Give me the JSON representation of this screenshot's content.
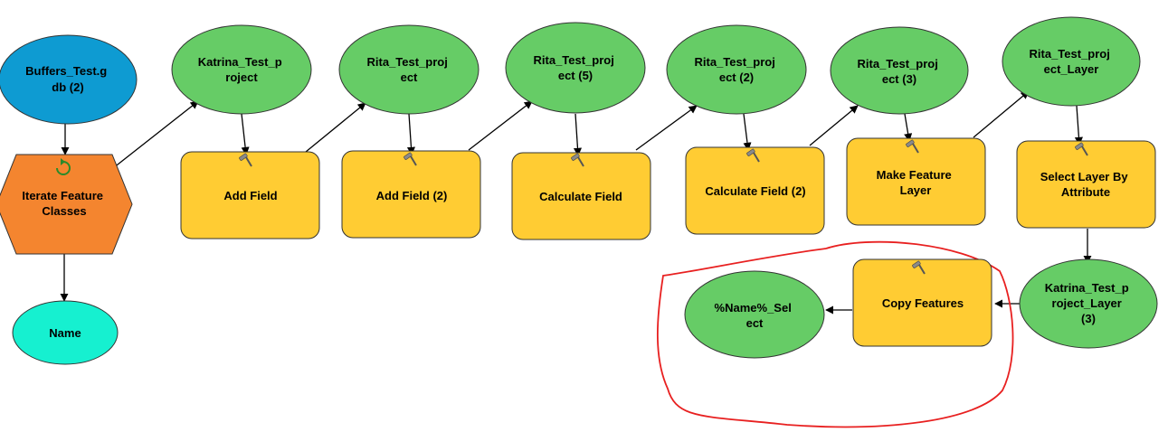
{
  "colors": {
    "data_blue": "#0E9BD2",
    "data_green": "#66CC66",
    "tool_yellow": "#FFCC33",
    "iterator_orange": "#F4852F",
    "output_cyan": "#16F0D0",
    "annotation_red": "#E82020",
    "connector": "#000000"
  },
  "nodes": {
    "buffers_gdb": {
      "lines": [
        "Buffers_Test.g",
        "db (2)"
      ]
    },
    "iterate_feature_classes": {
      "lines": [
        "Iterate Feature",
        "Classes"
      ],
      "icon": "iterate-icon"
    },
    "name": {
      "lines": [
        "Name"
      ]
    },
    "katrina_project": {
      "lines": [
        "Katrina_Test_p",
        "roject"
      ]
    },
    "add_field": {
      "lines": [
        "Add Field"
      ],
      "icon": "hammer-icon"
    },
    "rita_project": {
      "lines": [
        "Rita_Test_proj",
        "ect"
      ]
    },
    "add_field_2": {
      "lines": [
        "Add Field (2)"
      ],
      "icon": "hammer-icon"
    },
    "rita_project_5": {
      "lines": [
        "Rita_Test_proj",
        "ect (5)"
      ]
    },
    "calculate_field": {
      "lines": [
        "Calculate Field"
      ],
      "icon": "hammer-icon"
    },
    "rita_project_2": {
      "lines": [
        "Rita_Test_proj",
        "ect (2)"
      ]
    },
    "calculate_field_2": {
      "lines": [
        "Calculate Field (2)"
      ],
      "icon": "hammer-icon"
    },
    "rita_project_3": {
      "lines": [
        "Rita_Test_proj",
        "ect (3)"
      ]
    },
    "make_feature_layer": {
      "lines": [
        "Make Feature",
        "Layer"
      ],
      "icon": "hammer-icon"
    },
    "rita_project_layer": {
      "lines": [
        "Rita_Test_proj",
        "ect_Layer"
      ]
    },
    "select_layer_by_attribute": {
      "lines": [
        "Select Layer By",
        "Attribute"
      ],
      "icon": "hammer-icon"
    },
    "katrina_project_layer_3": {
      "lines": [
        "Katrina_Test_p",
        "roject_Layer",
        "(3)"
      ]
    },
    "copy_features": {
      "lines": [
        "Copy Features"
      ],
      "icon": "hammer-icon"
    },
    "name_select": {
      "lines": [
        "%Name%_Sel",
        "ect"
      ]
    }
  }
}
